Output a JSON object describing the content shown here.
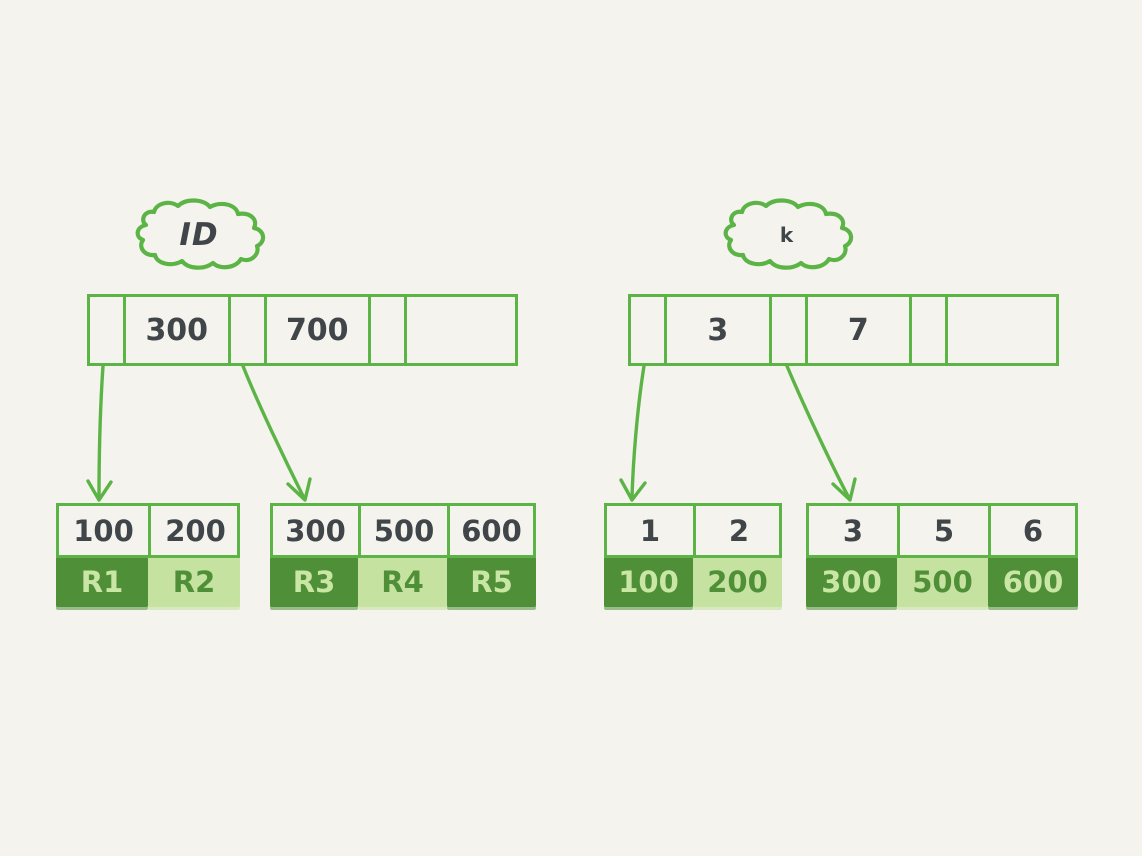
{
  "diagram": {
    "title": "B-tree primary and secondary index diagram",
    "background_color": "#f4f3ed",
    "line_color": "#5cb446",
    "dark_fill_color": "#4f8f38",
    "light_fill_color": "#c6e2a0",
    "text_color": "#3f4548"
  },
  "trees": [
    {
      "name": "primary-index",
      "cloud_label": "ID",
      "root": {
        "cells": [
          "",
          "300",
          "",
          "700",
          "",
          ""
        ]
      },
      "leaves": [
        {
          "name": "leaf-1",
          "keys": [
            "100",
            "200"
          ],
          "values": [
            "R1",
            "R2"
          ],
          "value_styles": [
            "dark",
            "light"
          ]
        },
        {
          "name": "leaf-2",
          "keys": [
            "300",
            "500",
            "600"
          ],
          "values": [
            "R3",
            "R4",
            "R5"
          ],
          "value_styles": [
            "dark",
            "light",
            "dark"
          ]
        }
      ]
    },
    {
      "name": "secondary-index",
      "cloud_label": "k",
      "root": {
        "cells": [
          "",
          "3",
          "",
          "7",
          "",
          ""
        ]
      },
      "leaves": [
        {
          "name": "leaf-3",
          "keys": [
            "1",
            "2"
          ],
          "values": [
            "100",
            "200"
          ],
          "value_styles": [
            "dark",
            "light"
          ]
        },
        {
          "name": "leaf-4",
          "keys": [
            "3",
            "5",
            "6"
          ],
          "values": [
            "300",
            "500",
            "600"
          ],
          "value_styles": [
            "dark",
            "light",
            "dark"
          ]
        }
      ]
    }
  ]
}
